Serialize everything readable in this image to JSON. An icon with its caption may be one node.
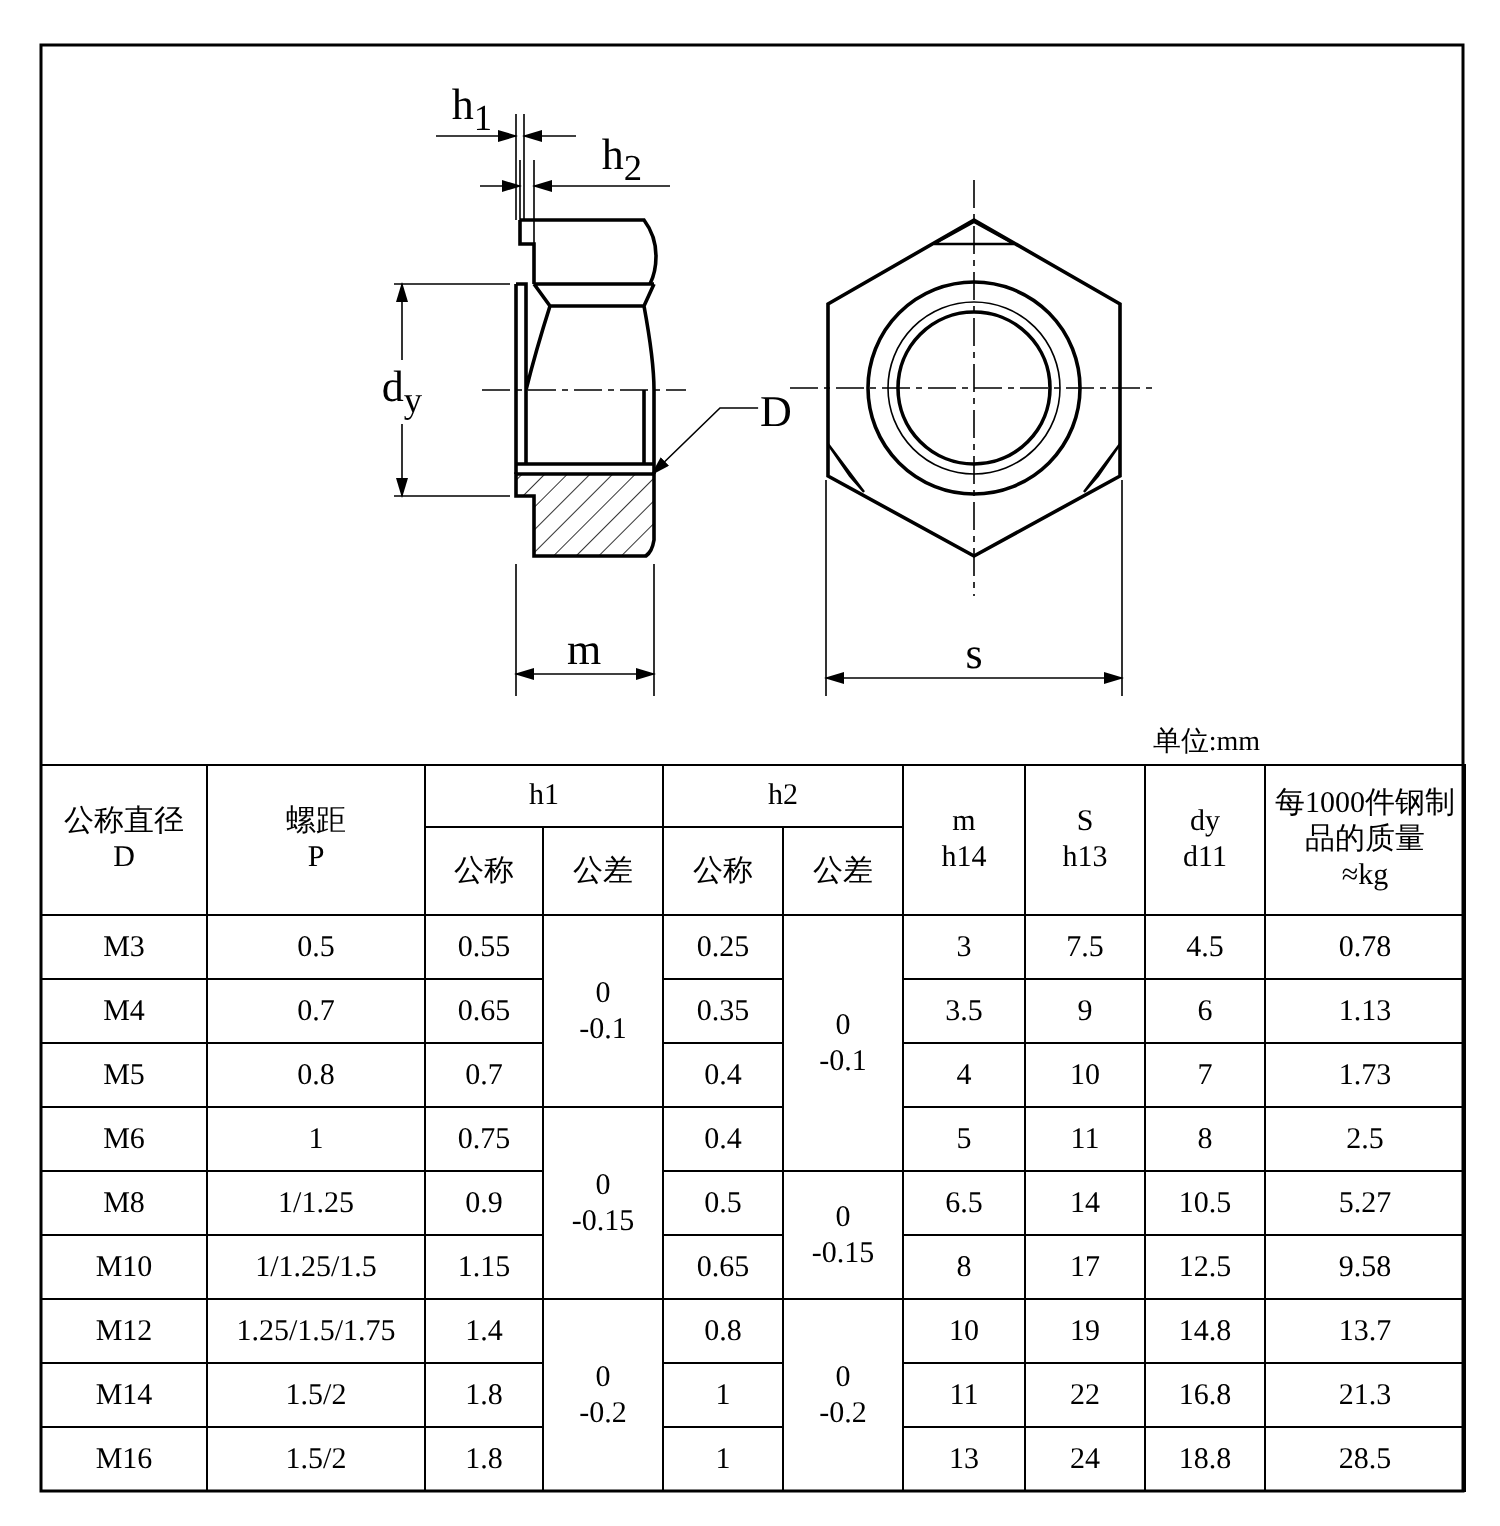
{
  "diagram": {
    "nodes": [
      {
        "text": [
          "D"
        ]
      },
      {
        "text": [],
        "shape": "box"
      }
    ],
    "edges": [
      {
        "from": 0,
        "to": 1,
        "arrow": "to"
      }
    ],
    "labels": [
      "h$_{1}$",
      "h$_{2}$",
      "d$_{y}$",
      "m",
      "s",
      "单位:mm",
      "公称直径 D",
      "螺距 P",
      "h1",
      "h2",
      "m h14",
      "S h13",
      "dy d11",
      "每1000件钢制品的质量 ≈kg",
      "公称",
      "公差",
      "公称",
      "公差",
      "M3",
      "0.5",
      "0.55",
      "0 -0.1",
      "0.25",
      "0 -0.1",
      "3",
      "7.5",
      "4.5",
      "0.78",
      "M4",
      "0.7",
      "0.65",
      "0.35",
      "3.5",
      "9",
      "6",
      "1.13",
      "M5",
      "0.8",
      "0.7",
      "0.4",
      "4",
      "10",
      "7",
      "1.73",
      "M6",
      "1",
      "0.75",
      "0 -0.15",
      "0.4",
      "5",
      "11",
      "8",
      "2.5",
      "M8",
      "1/1.25",
      "0.9",
      "0.5",
      "0 -0.15",
      "6.5",
      "14",
      "10.5",
      "5.27",
      "M10",
      "1/1.25/1.5",
      "1.15",
      "0.65",
      "8",
      "17",
      "12.5",
      "9.58",
      "M12",
      "1.25/1.5/1.75",
      "1.4",
      "0 -0.2",
      "0.8",
      "0 -0.2",
      "10",
      "19",
      "14.8",
      "13.7",
      "M14",
      "1.5/2",
      "1.8",
      "1",
      "11",
      "22",
      "16.8",
      "21.3",
      "M16",
      "1.5/2",
      "1.8",
      "1",
      "13",
      "24",
      "18.8",
      "28.5"
    ]
  }
}
